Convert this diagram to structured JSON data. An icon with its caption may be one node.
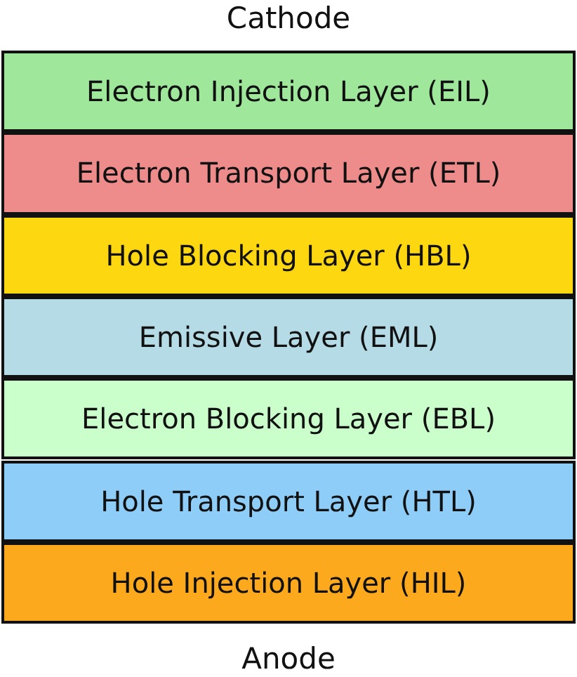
{
  "diagram": {
    "nodes": [
      {
        "text": [
          "Electron Injection Layer (EIL)"
        ]
      },
      {
        "text": [
          "Electron Transport Layer (ETL)"
        ]
      },
      {
        "text": [
          "Hole Blocking Layer (HBL)"
        ]
      },
      {
        "text": [
          "Emissive Layer (EML)"
        ]
      },
      {
        "text": [
          "Electron Blocking Layer (EBL)"
        ]
      },
      {
        "text": [
          "Hole Transport Layer (HTL)"
        ]
      },
      {
        "text": [
          "Hole Injection Layer (HIL)"
        ]
      }
    ],
    "labels": [
      "Cathode",
      "Anode"
    ]
  }
}
